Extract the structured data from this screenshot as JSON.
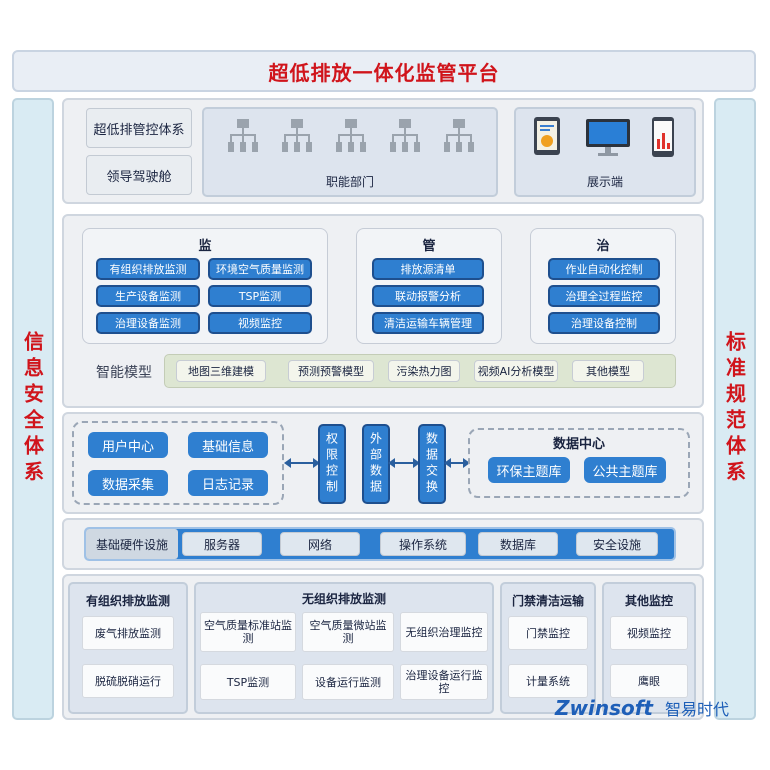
{
  "title": "超低排放一体化监管平台",
  "left_side": "信息安全体系",
  "right_side": "标准规范体系",
  "top_section": {
    "left_items": [
      "超低排管控体系",
      "领导驾驶舱"
    ],
    "departments_label": "职能部门",
    "display_label": "展示端"
  },
  "monitor_section": {
    "jian": {
      "header": "监",
      "items": [
        "有组织排放监测",
        "环境空气质量监测",
        "生产设备监测",
        "TSP监测",
        "治理设备监测",
        "视频监控"
      ]
    },
    "guan": {
      "header": "管",
      "items": [
        "排放源清单",
        "联动报警分析",
        "清洁运输车辆管理"
      ]
    },
    "zhi": {
      "header": "治",
      "items": [
        "作业自动化控制",
        "治理全过程监控",
        "治理设备控制"
      ]
    },
    "models_label": "智能模型",
    "models": [
      "地图三维建模",
      "预测预警模型",
      "污染热力图",
      "视频AI分析模型",
      "其他模型"
    ]
  },
  "data_section": {
    "left_items": [
      "用户中心",
      "基础信息",
      "数据采集",
      "日志记录"
    ],
    "vertical": [
      "权限控制",
      "外部数据",
      "数据交换"
    ],
    "data_center": {
      "header": "数据中心",
      "items": [
        "环保主题库",
        "公共主题库"
      ]
    }
  },
  "infra_section": {
    "label": "基础硬件设施",
    "items": [
      "服务器",
      "网络",
      "操作系统",
      "数据库",
      "安全设施"
    ]
  },
  "bottom_section": {
    "organized": {
      "header": "有组织排放监测",
      "items": [
        "废气排放监测",
        "脱硫脱硝运行"
      ]
    },
    "unorganized": {
      "header": "无组织排放监测",
      "items": [
        "空气质量标准站监测",
        "空气质量微站监测",
        "无组织治理监控",
        "TSP监测",
        "设备运行监测",
        "治理设备运行监控"
      ]
    },
    "access": {
      "header": "门禁清洁运输",
      "items": [
        "门禁监控",
        "计量系统"
      ]
    },
    "other": {
      "header": "其他监控",
      "items": [
        "视频监控",
        "鹰眼"
      ]
    }
  },
  "logo": {
    "en": "Zwinsoft",
    "cn": "智易时代"
  },
  "colors": {
    "title_red": "#d0141b",
    "button_blue": "#2f7fd0",
    "logo_blue": "#1e5fb8"
  }
}
